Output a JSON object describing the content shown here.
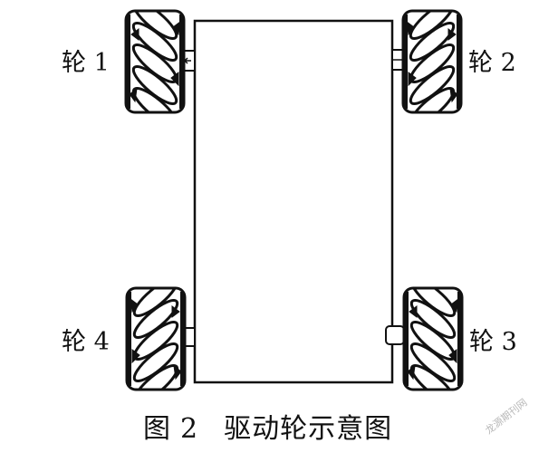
{
  "labels": {
    "wheel1": "轮 1",
    "wheel2": "轮 2",
    "wheel3": "轮 3",
    "wheel4": "轮 4"
  },
  "caption": {
    "figure": "图",
    "number": "2",
    "title": "驱动轮示意图"
  },
  "watermark": "龙源期刊网",
  "colors": {
    "stroke": "#111111",
    "background": "#ffffff"
  }
}
